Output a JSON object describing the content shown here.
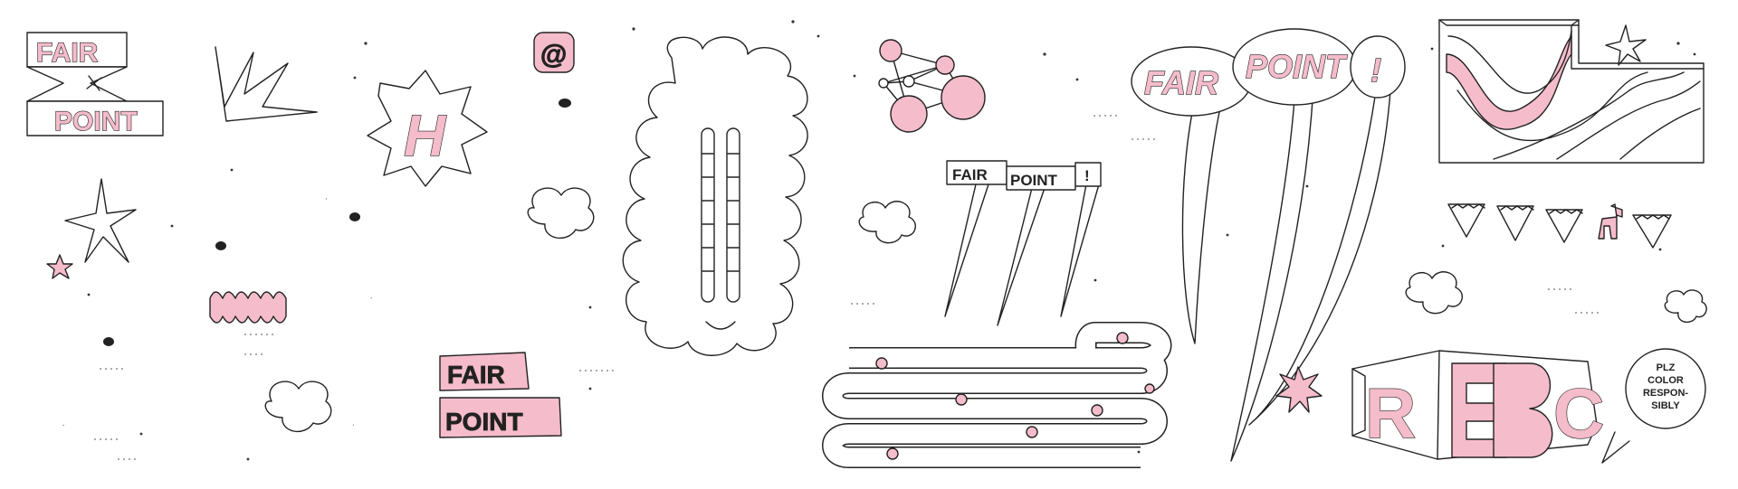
{
  "stickers": {
    "fair_top": "FAIR",
    "point_bottom": "POINT",
    "letter_h": "H",
    "at_symbol": "@",
    "fair_point_block_1": "FAIR",
    "fair_point_block_2": "POINT",
    "signs": [
      "FAIR",
      "POINT",
      "!"
    ],
    "bubbles": [
      "FAIR",
      "POINT",
      "!"
    ],
    "reoc": [
      "R",
      "C"
    ],
    "plz_lines": [
      "PLZ",
      "COLOR",
      "RESPON-",
      "SIBLY"
    ]
  },
  "colors": {
    "accent": "#f5bccb",
    "ink": "#222222",
    "background": "#ffffff"
  }
}
